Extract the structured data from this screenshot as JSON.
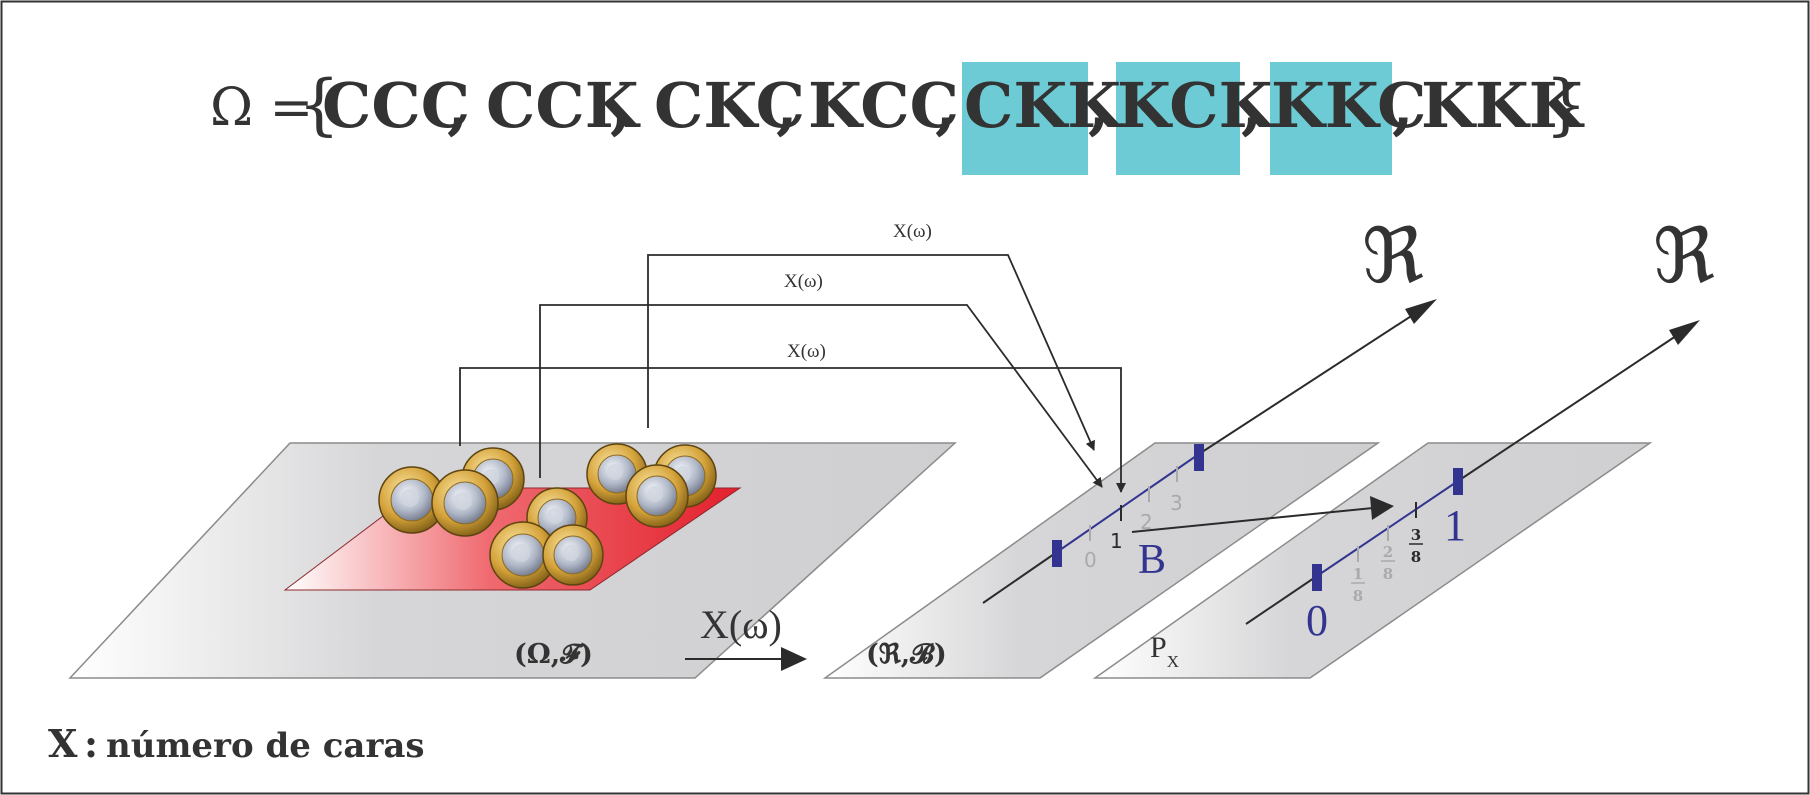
{
  "sample_space": {
    "prefix": "Ω =",
    "open_brace": "{",
    "close_brace": "}",
    "outcomes": [
      {
        "label": "CCC",
        "highlighted": false
      },
      {
        "label": "CCK",
        "highlighted": false
      },
      {
        "label": "CKC",
        "highlighted": false
      },
      {
        "label": "KCC",
        "highlighted": false
      },
      {
        "label": "CKK",
        "highlighted": true
      },
      {
        "label": "KCK",
        "highlighted": true
      },
      {
        "label": "KKC",
        "highlighted": true
      },
      {
        "label": "KKK",
        "highlighted": false
      }
    ],
    "highlight_color": "#6ccbd4",
    "separator": ","
  },
  "mapping_labels": [
    "X(ω)",
    "X(ω)",
    "X(ω)"
  ],
  "main_arrow_label": "X(ω)",
  "planes": {
    "sample_plane_label": "(Ω,𝓕)",
    "real_plane_label": "(ℜ,𝓑)",
    "prob_plane_label_main": "P",
    "prob_plane_label_sub": "X"
  },
  "real_axis": {
    "symbol": "ℜ",
    "ticks": [
      "0",
      "1",
      "2",
      "3"
    ],
    "set_label": "B"
  },
  "prob_axis": {
    "symbol": "ℜ",
    "start_label": "0",
    "end_label": "1",
    "ticks": [
      {
        "num": "1",
        "den": "8",
        "active": false
      },
      {
        "num": "2",
        "den": "8",
        "active": false
      },
      {
        "num": "3",
        "den": "8",
        "active": true
      }
    ]
  },
  "footer": {
    "variable": "X",
    "colon": ":",
    "description": "número de caras"
  },
  "colors": {
    "axis_blue": "#32348f",
    "plane_gray": "#d4d4d6",
    "red_region": "#e8333c",
    "tick_gray": "#aaaaaa"
  }
}
